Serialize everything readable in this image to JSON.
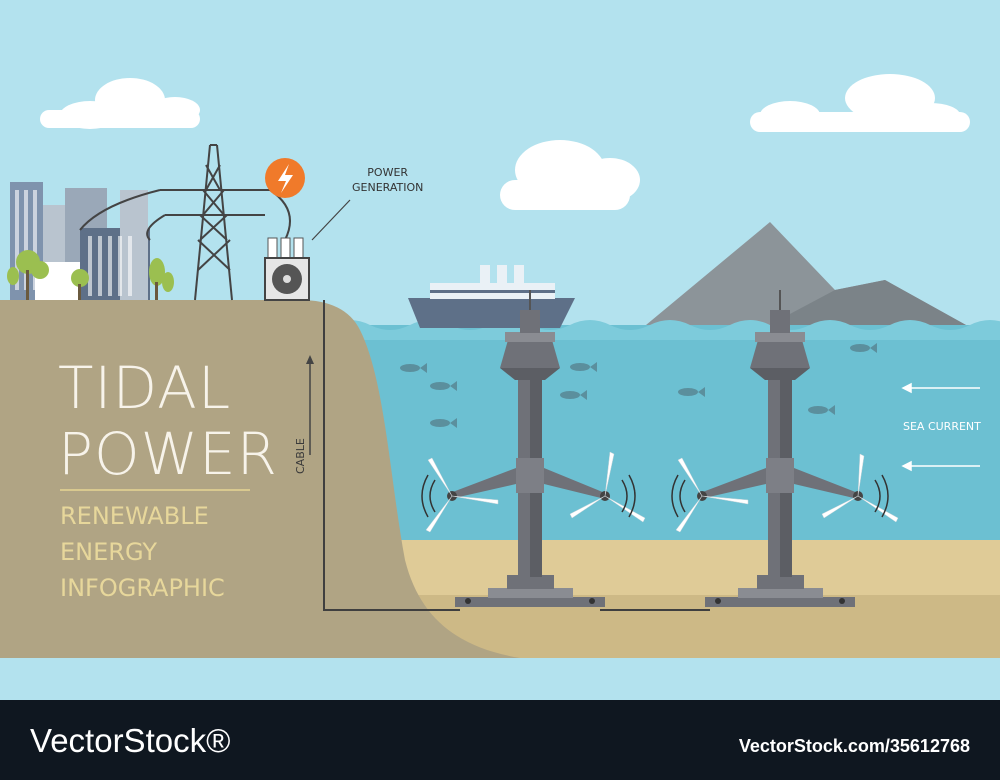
{
  "infographic": {
    "title_line1": "TIDAL",
    "title_line2": "POWER",
    "subtitle_line1": "RENEWABLE",
    "subtitle_line2": "ENERGY",
    "subtitle_line3": "INFOGRAPHIC"
  },
  "labels": {
    "power_generation": "POWER\nGENERATION",
    "sea_current": "SEA CURRENT",
    "cable": "CABLE"
  },
  "footer": {
    "brand": "VectorStock®",
    "image_id": "VectorStock.com/35612768"
  },
  "icons": [
    "lightning-icon",
    "cloud-icon",
    "fish-icon",
    "turbine-icon",
    "arrow-left-icon"
  ],
  "colors": {
    "sky": "#b3e2ee",
    "land": "#b0a484",
    "sea": "#6cc0d2",
    "sand": "#dfcb97",
    "turbine": "#6f7178",
    "accent": "#f07a2a",
    "footer": "#0f1720"
  }
}
